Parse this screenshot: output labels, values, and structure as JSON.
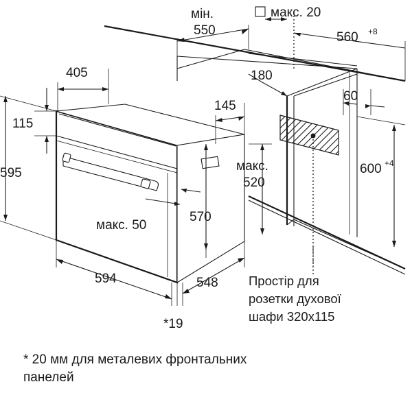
{
  "dimensions": {
    "min_label": "мін.",
    "min_550": "550",
    "max20_label": "макс. 20",
    "depth_560": "560",
    "depth_560_tol": "+8",
    "d405": "405",
    "d180": "180",
    "d60": "60",
    "d145": "145",
    "d115": "115",
    "d595": "595",
    "max_label": "макс.",
    "d520": "520",
    "d600": "600",
    "d600_tol": "+4",
    "max50": "макс. 50",
    "d570": "570",
    "d594": "594",
    "d548": "548",
    "note19": "*19"
  },
  "caption": {
    "line1": "Простір для",
    "line2": "розетки духової",
    "line3": "шафи 320x115"
  },
  "footnote": {
    "line1": "* 20 мм для металевих фронтальних",
    "line2": "панелей"
  }
}
